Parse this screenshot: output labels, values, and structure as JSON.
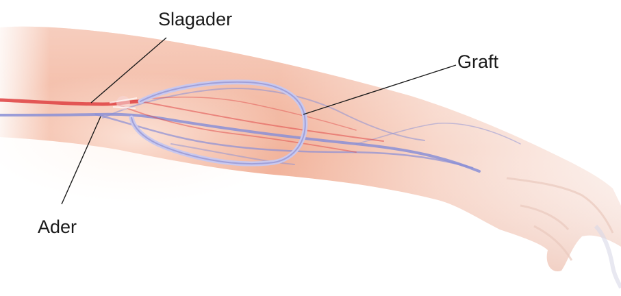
{
  "labels": {
    "artery": "Slagader",
    "graft": "Graft",
    "vein": "Ader"
  },
  "colors": {
    "skin": "#f2b49a",
    "artery": "#e04848",
    "vein": "#8a8fd6",
    "graft": "#b9b8e6",
    "leader_line": "#1a1a1a"
  }
}
